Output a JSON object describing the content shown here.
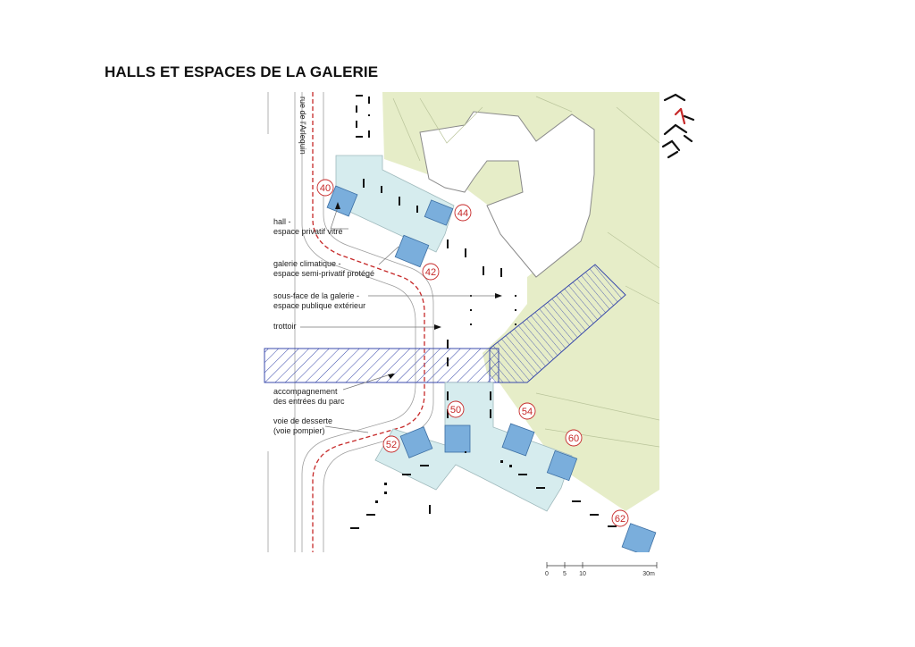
{
  "title": "HALLS ET ESPACES DE LA GALERIE",
  "street_name": "rue de l'Arlequin",
  "legend": [
    {
      "line1": "hall -",
      "line2": "espace privatif vitré"
    },
    {
      "line1": "galerie climatique -",
      "line2": "espace semi-privatif protégé"
    },
    {
      "line1": "sous-face de la galerie -",
      "line2": "espace publique extérieur"
    },
    {
      "line1": "trottoir",
      "line2": ""
    },
    {
      "line1": "accompagnement",
      "line2": "des entrées du parc"
    },
    {
      "line1": "voie de desserte",
      "line2": "(voie pompier)"
    }
  ],
  "hall_numbers": [
    "40",
    "44",
    "42",
    "50",
    "54",
    "60",
    "52",
    "62"
  ],
  "scale": {
    "ticks": [
      "0",
      "5",
      "10",
      "30m"
    ]
  },
  "colors": {
    "park": "#e6edc8",
    "galerie": "#d6ecee",
    "hall": "#7aaedc",
    "marker": "#c62828",
    "hatch": "#3949ab",
    "road": "#9e9e9e",
    "building_outline": "#8a8a8a"
  },
  "icons": [
    "site-location-icon",
    "north-orientation-icon"
  ]
}
